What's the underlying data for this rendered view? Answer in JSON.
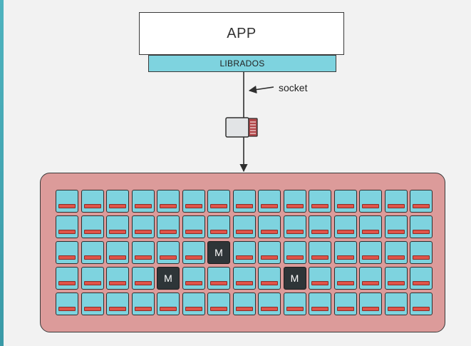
{
  "diagram": {
    "app": {
      "label": "APP"
    },
    "librados": {
      "label": "LIBRADOS"
    },
    "socket": {
      "label": "socket"
    },
    "cluster": {
      "rows": 5,
      "columns": 15,
      "monitor_label": "M",
      "monitors": [
        {
          "row": 2,
          "col": 6
        },
        {
          "row": 3,
          "col": 4
        },
        {
          "row": 3,
          "col": 9
        }
      ]
    },
    "colors": {
      "osd_fill": "#7ed3df",
      "disk_fill": "#e05449",
      "cluster_fill": "#dc9b9a",
      "monitor_fill": "#2e3538",
      "librados_fill": "#7ed3df"
    }
  }
}
